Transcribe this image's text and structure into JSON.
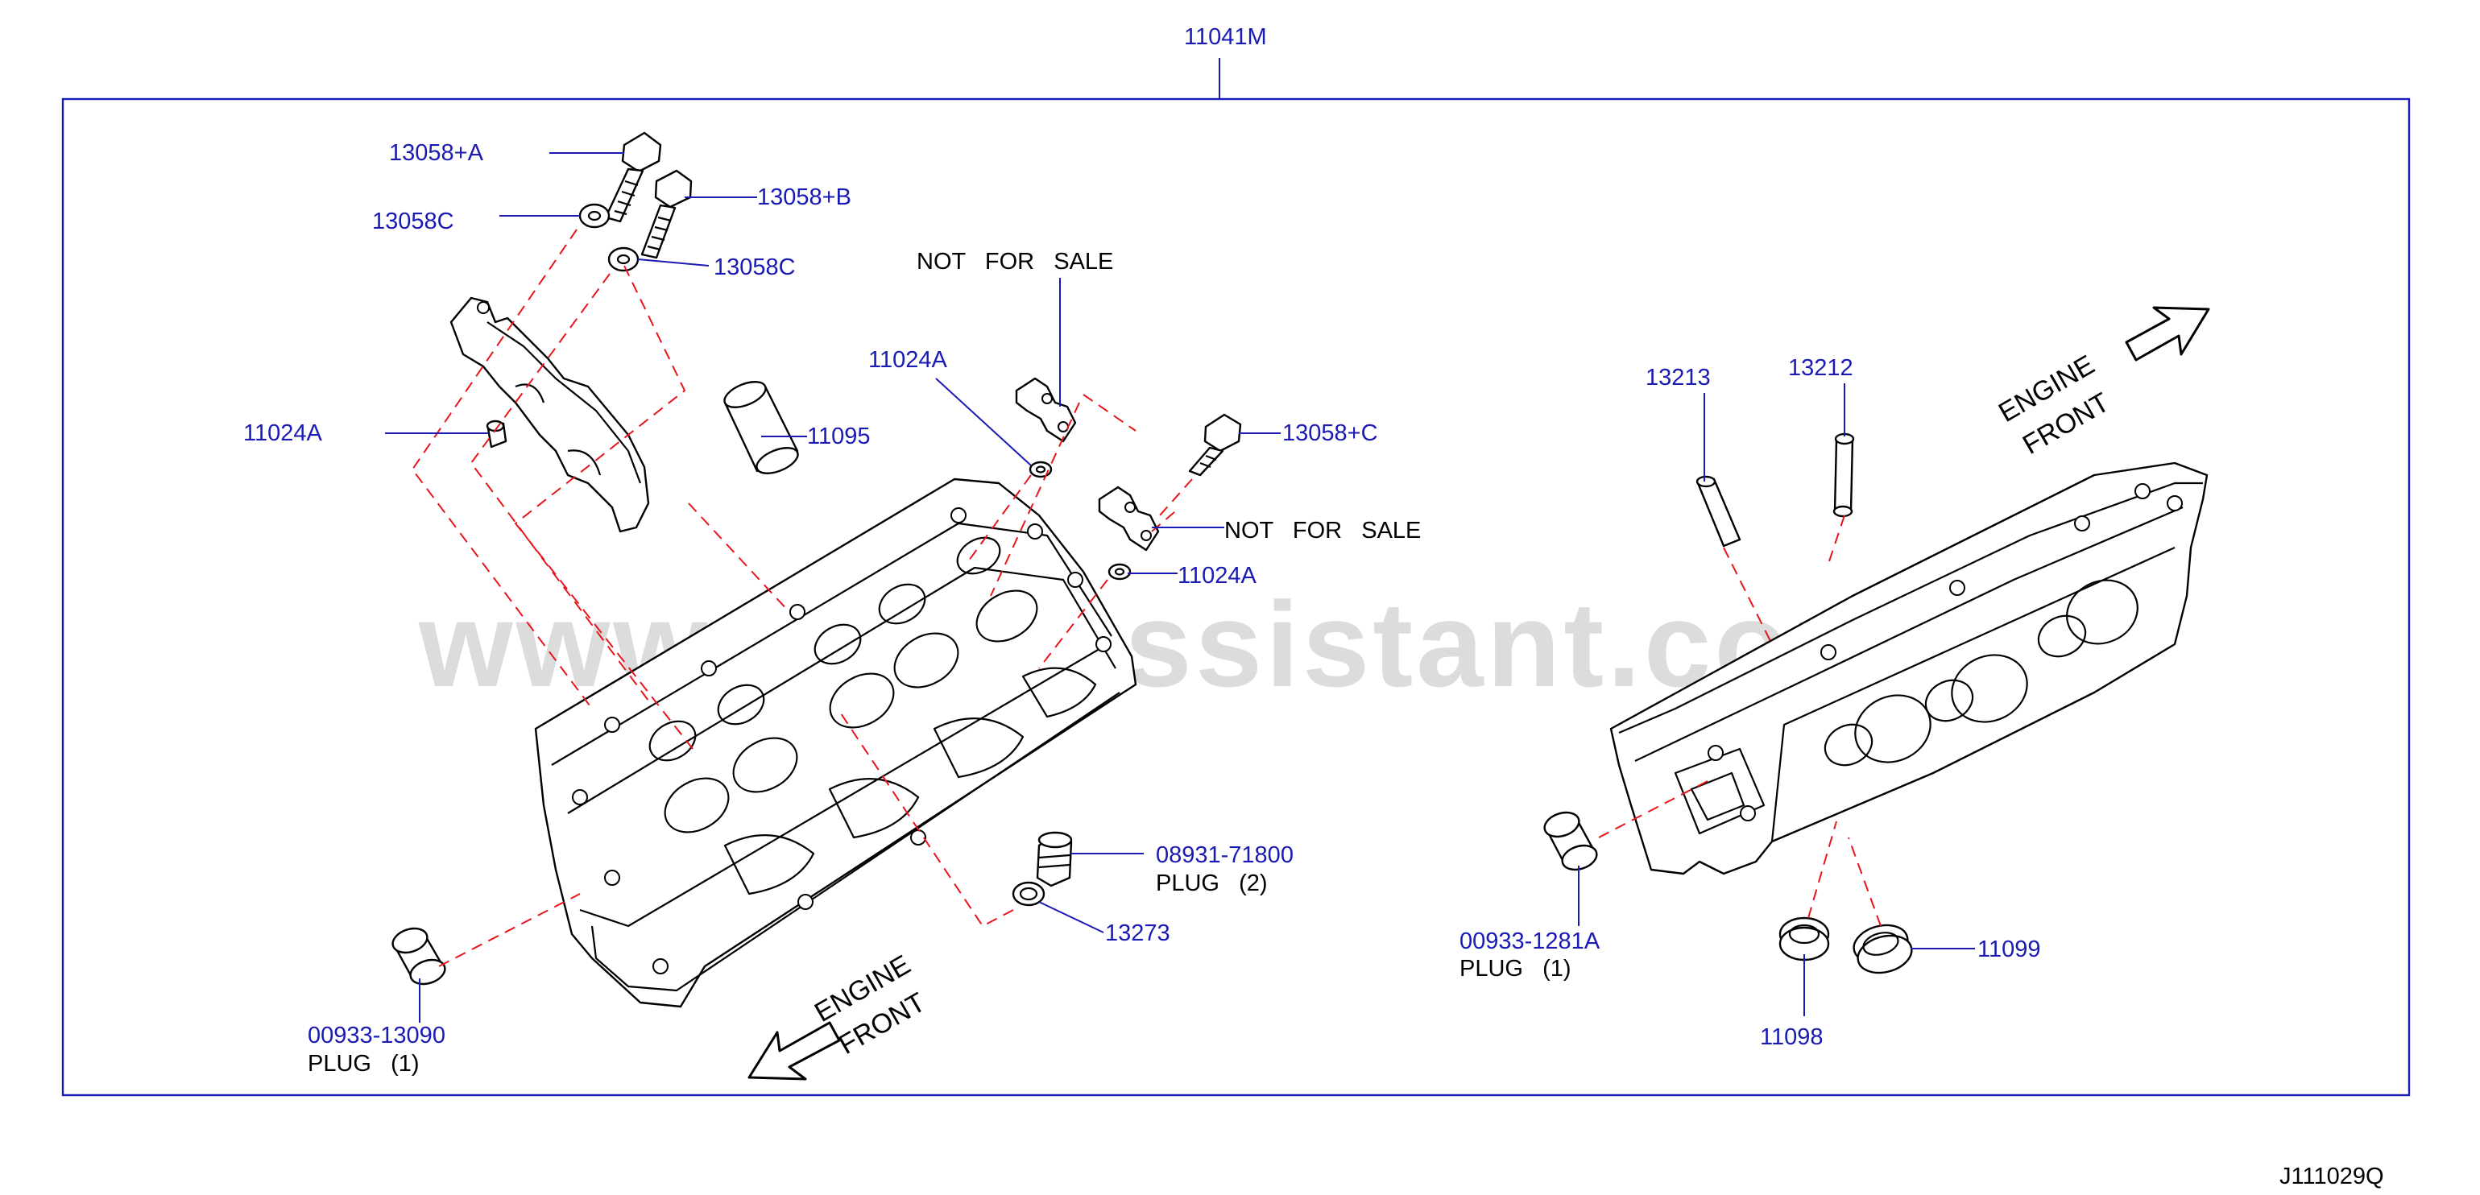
{
  "assembly_number": "11041M",
  "drawing_number": "J111029Q",
  "watermark": "www.partsassistant.com",
  "orientation_label": {
    "line1": "ENGINE",
    "line2": "FRONT"
  },
  "not_for_sale": "NOT   FOR   SALE",
  "labels": {
    "bolt_a": "13058+A",
    "washer_c_left": "13058C",
    "bolt_b": "13058+B",
    "washer_c_right": "13058C",
    "dowel_bracket": "11024A",
    "dowel_upper": "11024A",
    "dowel_lower": "11024A",
    "pipe": "11095",
    "bolt_c": "13058+C",
    "plug_08931": "08931-71800",
    "plug_08931_desc": "PLUG   (2)",
    "washer_13273": "13273",
    "plug_13090": "00933-13090",
    "plug_13090_desc": "PLUG   (1)",
    "guide_13213": "13213",
    "guide_13212": "13212",
    "plug_1281a": "00933-1281A",
    "plug_1281a_desc": "PLUG   (1)",
    "seat_11098": "11098",
    "seat_11099": "11099"
  },
  "colors": {
    "part_label": "#1a1ab4",
    "frame": "#1a1ab4",
    "dashed_guide": "#e8141c",
    "outline": "#000000"
  }
}
